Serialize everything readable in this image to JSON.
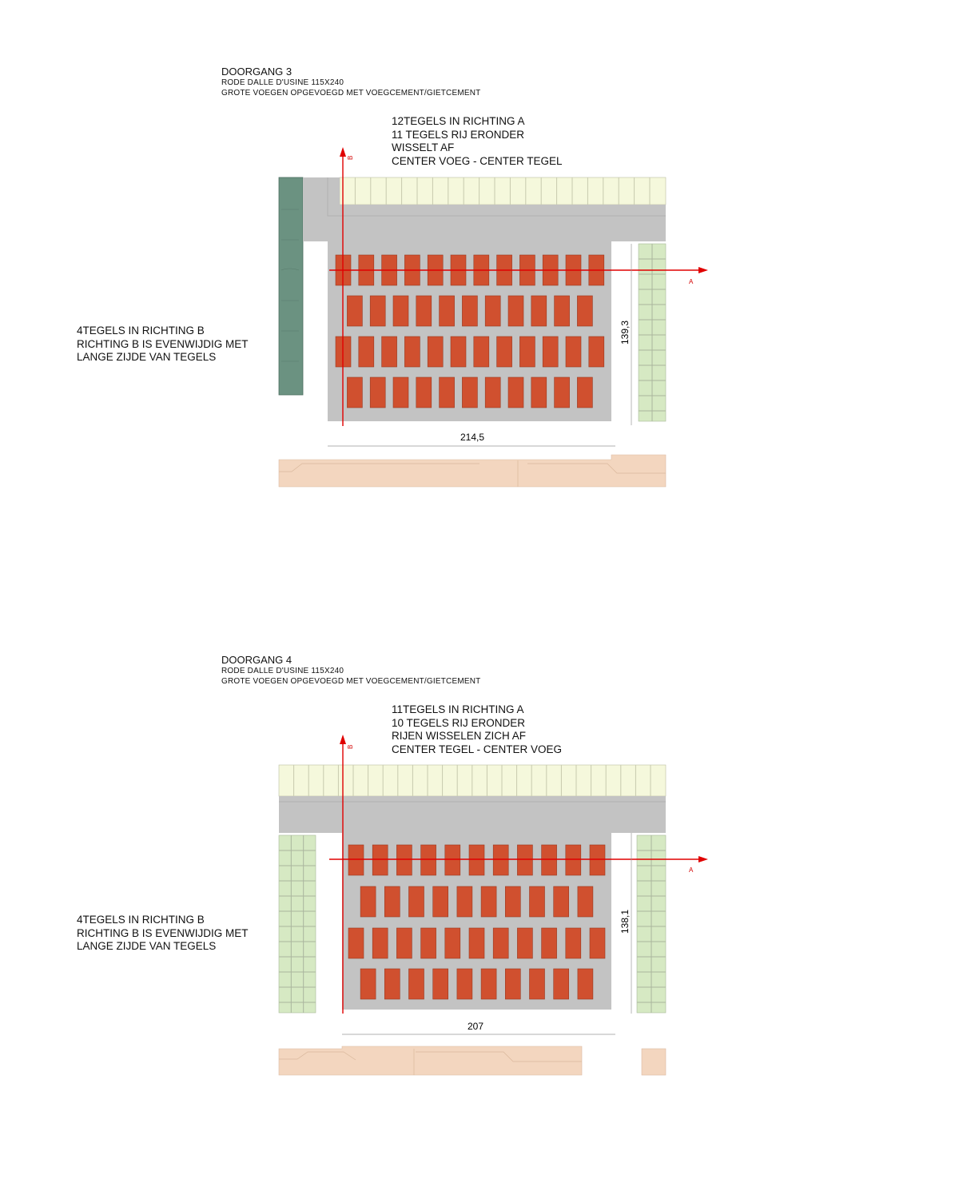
{
  "colors": {
    "tile_red": "#d0502f",
    "tile_stroke": "#9a3a22",
    "mortar_grey": "#c3c3c3",
    "axis_red": "#e00000",
    "cream_tiles": "#f5f8dc",
    "green_tiles": "#d6e9c3",
    "dark_green": "#6b9281",
    "sand": "#f3d6bf"
  },
  "sections": [
    {
      "title": "DOORGANG 3",
      "subtitle_lines": [
        "RODE DALLE D'USINE 115X240",
        "GROTE VOEGEN OPGEVOEGD MET VOEGCEMENT/GIETCEMENT"
      ],
      "note_a_lines": [
        "12TEGELS IN RICHTING A",
        "11 TEGELS RIJ ERONDER",
        "WISSELT AF",
        "CENTER VOEG - CENTER TEGEL"
      ],
      "note_b_lines": [
        "4TEGELS IN RICHTING B",
        "RICHTING B IS EVENWIJDIG MET",
        "LANGE ZIJDE VAN TEGELS"
      ],
      "dim_width": "214,5",
      "dim_height": "139,3",
      "axis_a": "A",
      "axis_b": "B",
      "tile_rows": [
        12,
        11,
        12,
        11
      ]
    },
    {
      "title": "DOORGANG 4",
      "subtitle_lines": [
        "RODE DALLE D'USINE 115X240",
        "GROTE VOEGEN OPGEVOEGD MET VOEGCEMENT/GIETCEMENT"
      ],
      "note_a_lines": [
        "11TEGELS IN RICHTING A",
        "10 TEGELS RIJ ERONDER",
        "RIJEN WISSELEN ZICH AF",
        "CENTER TEGEL - CENTER VOEG"
      ],
      "note_b_lines": [
        "4TEGELS IN RICHTING B",
        "RICHTING B IS EVENWIJDIG MET",
        "LANGE ZIJDE VAN TEGELS"
      ],
      "dim_width": "207",
      "dim_height": "138,1",
      "axis_a": "A",
      "axis_b": "B",
      "tile_rows": [
        11,
        10,
        11,
        10
      ]
    }
  ]
}
